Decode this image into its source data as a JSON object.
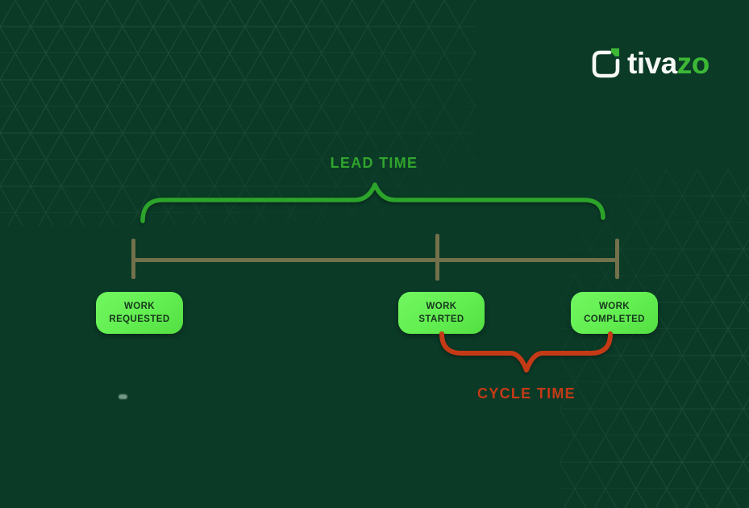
{
  "logo": {
    "brand_white": "tiva",
    "brand_green": "zo"
  },
  "diagram": {
    "lead_time_label": "LEAD TIME",
    "cycle_time_label": "CYCLE TIME",
    "milestones": [
      {
        "line1": "WORK",
        "line2": "REQUESTED"
      },
      {
        "line1": "WORK",
        "line2": "STARTED"
      },
      {
        "line1": "WORK",
        "line2": "COMPLETED"
      }
    ]
  },
  "colors": {
    "background": "#0b3a27",
    "pattern_line": "#9fc7ae",
    "logo_white": "#f5f8f4",
    "logo_green": "#3cb836",
    "lead_green": "#31a42c",
    "brace_green": "#2ca32a",
    "timeline_olive": "#72714b",
    "box_green": "#62ee50",
    "box_text": "#17361e",
    "cycle_red": "#c53a16"
  }
}
